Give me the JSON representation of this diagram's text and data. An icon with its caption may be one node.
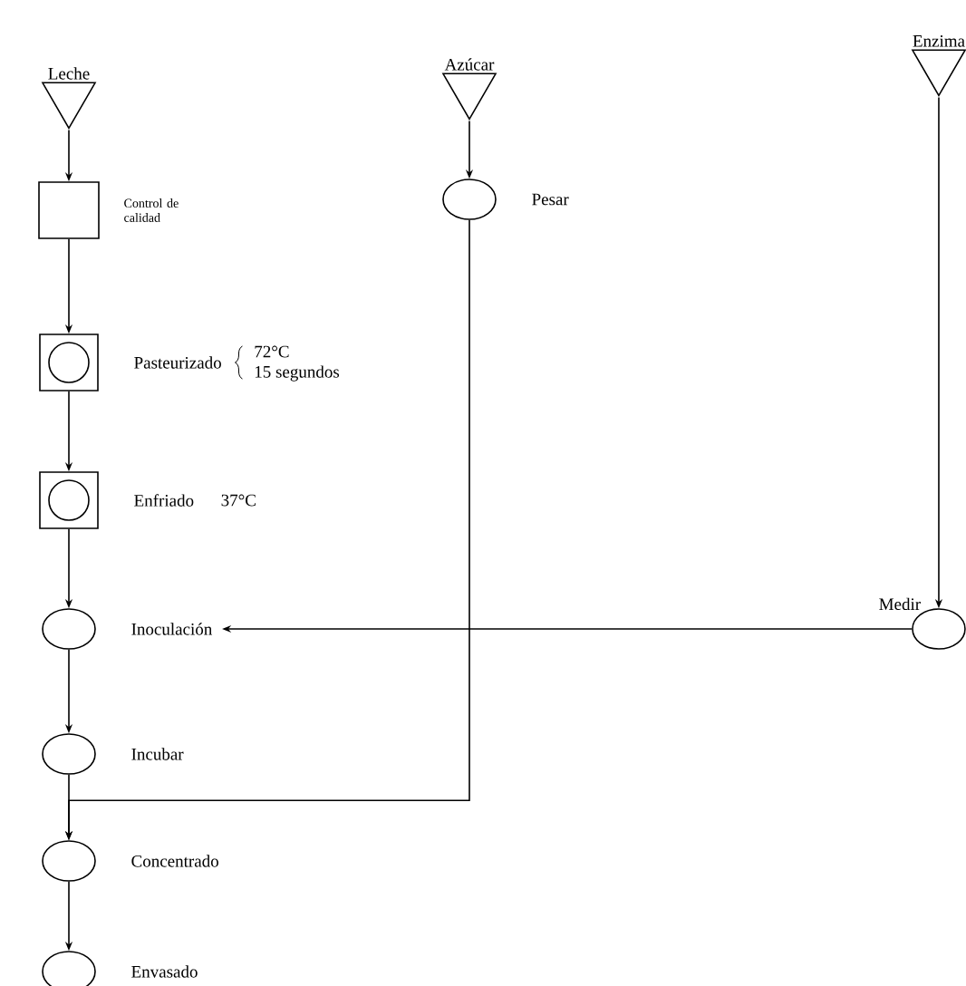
{
  "diagram": {
    "nodes": [
      {
        "text": [
          "Leche"
        ]
      },
      {
        "text": [
          "Control de calidad"
        ]
      },
      {
        "text": [
          "Pasteurizado"
        ],
        "beside": [
          "72°C",
          "15 segundos"
        ]
      },
      {
        "text": [
          "Enfriado"
        ]
      },
      {
        "text": [
          "Inoculación"
        ]
      },
      {
        "text": [
          "Incubar"
        ]
      },
      {
        "text": [
          "Concentrado"
        ]
      },
      {
        "text": [
          "Envasado"
        ]
      },
      {
        "text": [
          "Azúcar"
        ]
      },
      {
        "text": [
          "Pesar"
        ]
      },
      {
        "text": [
          "Enzima"
        ]
      },
      {
        "text": [
          "Medir"
        ]
      }
    ],
    "edges": [
      {
        "from": 0,
        "to": 1,
        "arrow": "to"
      },
      {
        "from": 1,
        "to": 2,
        "arrow": "to"
      },
      {
        "from": 2,
        "to": 3,
        "arrow": "to"
      },
      {
        "from": 3,
        "to": 4,
        "arrow": "to"
      },
      {
        "from": 4,
        "to": 5,
        "arrow": "to"
      },
      {
        "from": 5,
        "to": 6,
        "arrow": "to"
      },
      {
        "from": 6,
        "to": 7,
        "arrow": "to"
      },
      {
        "from": 8,
        "to": 9,
        "arrow": "to"
      },
      {
        "from": 10,
        "to": 11,
        "arrow": "to"
      },
      {
        "from": 11,
        "to": 4,
        "arrow": "to"
      },
      {
        "from": 9,
        "to": 6,
        "arrow": "to"
      }
    ],
    "labels": [
      "37°C"
    ]
  }
}
